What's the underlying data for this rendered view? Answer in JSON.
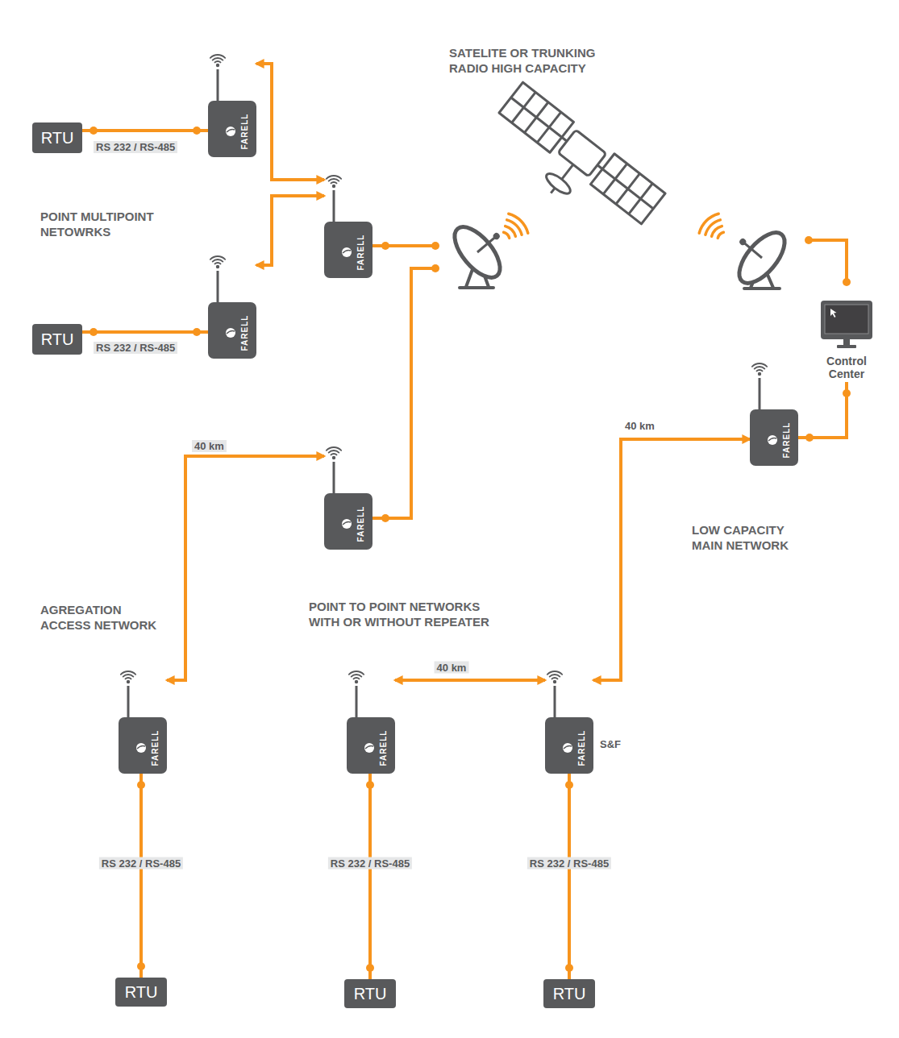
{
  "diagram": {
    "nodes": [
      {
        "text": [
          "POINT MULTIPOINT NETOWRKS",
          "AGREGATION ACCESS NETWORK"
        ]
      },
      {
        "text": [
          "RTU"
        ],
        "in": 0
      },
      {
        "text": [
          "FARELL"
        ],
        "in": 0
      },
      {
        "text": [
          "RTU"
        ],
        "in": 0
      },
      {
        "text": [
          "FARELL"
        ],
        "in": 0
      },
      {
        "text": [
          "FARELL"
        ]
      },
      {
        "text": [
          "LOW CAPACITY MAIN NETWORK"
        ]
      },
      {
        "text": [
          "Control Center"
        ],
        "in": 6
      },
      {
        "text": [
          "FARELL"
        ],
        "in": 6
      },
      {
        "text": [
          "FARELL"
        ]
      },
      {
        "text": [
          "FARELL"
        ],
        "in": 0
      },
      {
        "text": [
          "RTU"
        ],
        "in": 0
      },
      {
        "text": [
          "POINT TO POINT NETWORKS WITH OR WITHOUT REPEATER"
        ]
      },
      {
        "text": [
          "FARELL"
        ],
        "in": 12
      },
      {
        "text": [
          "FARELL",
          "S&F"
        ],
        "in": 12
      },
      {
        "text": [
          "RTU"
        ],
        "in": 12
      },
      {
        "text": [
          "RTU"
        ],
        "in": 12
      }
    ],
    "edges": [
      {
        "from": 1,
        "to": 2,
        "arrow": "none",
        "label": "RS 232 / RS-485"
      },
      {
        "from": 3,
        "to": 4,
        "arrow": "none",
        "label": "RS 232 / RS-485"
      },
      {
        "from": 2,
        "to": 5,
        "arrow": "both"
      },
      {
        "from": 4,
        "to": 5,
        "arrow": "both"
      },
      {
        "from": 8,
        "to": 7,
        "arrow": "none"
      },
      {
        "from": 9,
        "to": 10,
        "arrow": "both",
        "label": "40 km"
      },
      {
        "from": 10,
        "to": 11,
        "arrow": "none",
        "label": "RS 232 / RS-485"
      },
      {
        "from": 13,
        "to": 14,
        "arrow": "both",
        "label": "40 km"
      },
      {
        "from": 13,
        "to": 15,
        "arrow": "none",
        "label": "RS 232 / RS-485"
      },
      {
        "from": 14,
        "to": 16,
        "arrow": "none",
        "label": "RS 232 / RS-485"
      },
      {
        "from": 14,
        "to": 8,
        "arrow": "both",
        "label": "40 km"
      }
    ],
    "labels": [
      "SATELITE OR TRUNKING RADIO HIGH CAPACITY"
    ]
  }
}
